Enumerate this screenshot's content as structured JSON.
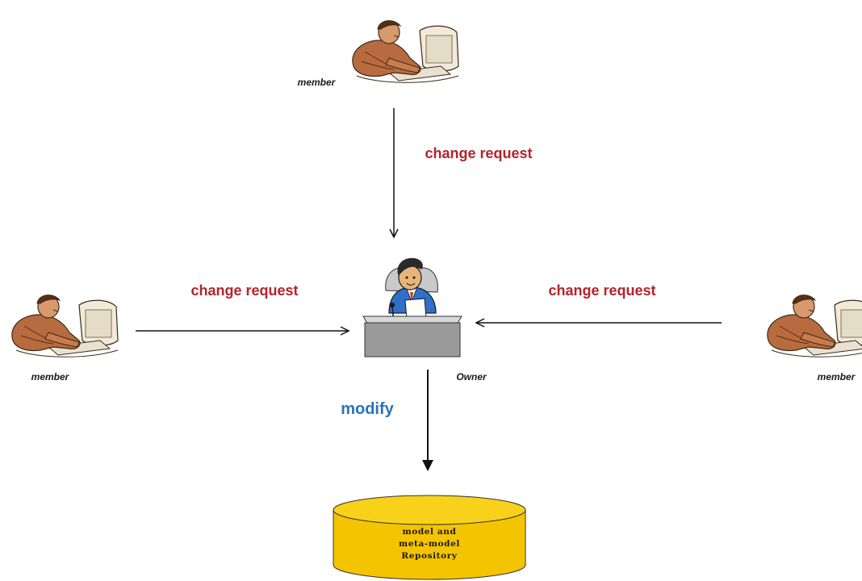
{
  "members": [
    {
      "id": "top",
      "caption": "member"
    },
    {
      "id": "left",
      "caption": "member"
    },
    {
      "id": "right",
      "caption": "member"
    }
  ],
  "owner": {
    "caption": "Owner"
  },
  "flows": {
    "top_request": "change request",
    "left_request": "change request",
    "right_request": "change request",
    "modify": "modify"
  },
  "repository": {
    "lines": [
      "model and",
      "meta-model",
      "Repository"
    ],
    "color": "#f5c400"
  },
  "colors": {
    "request_text": "#b5232a",
    "modify_text": "#2a73b5",
    "arrow": "#111111"
  }
}
